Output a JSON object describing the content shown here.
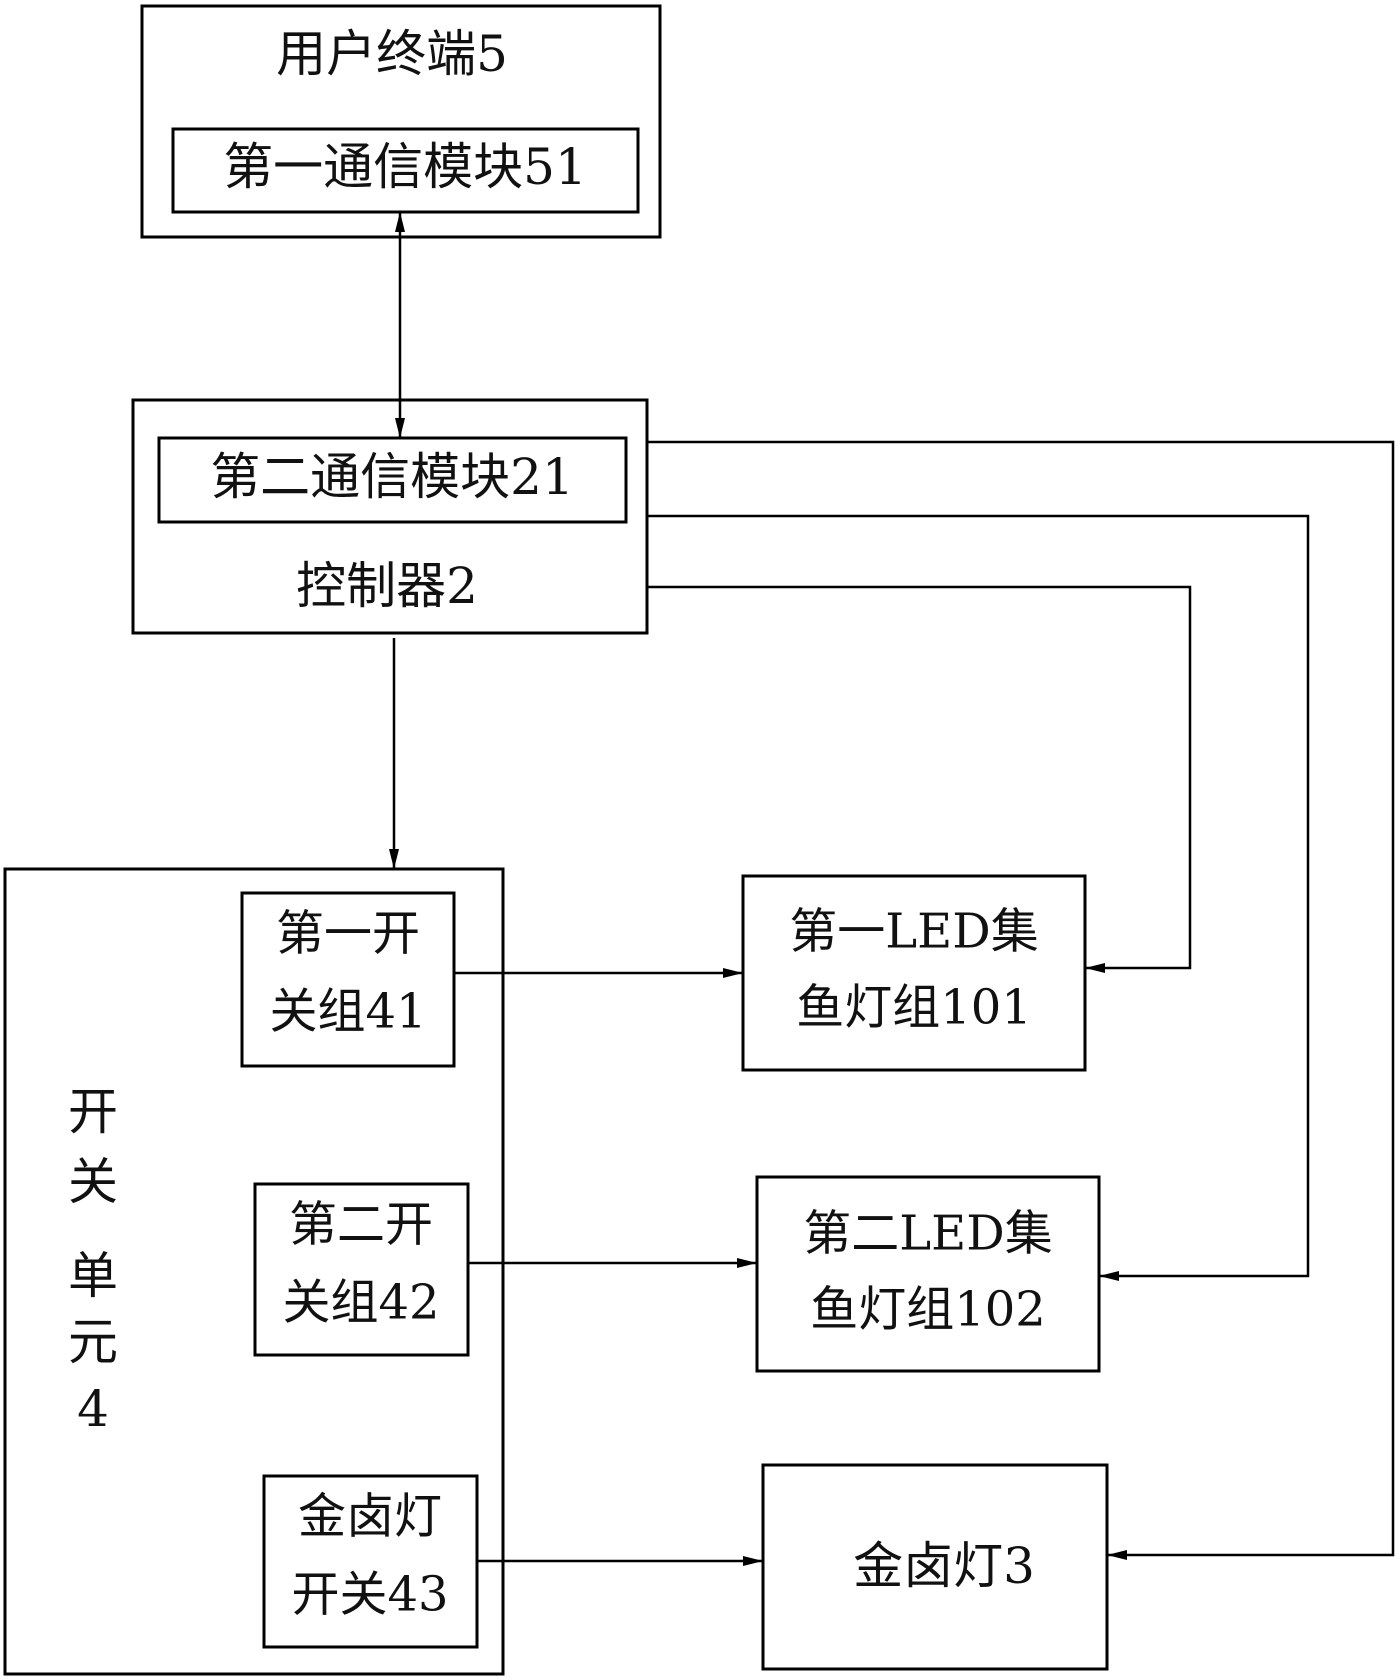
{
  "diagram": {
    "user_terminal": {
      "label": "用户终端5"
    },
    "comm_module_1": {
      "label": "第一通信模块51"
    },
    "comm_module_2": {
      "label": "第二通信模块21"
    },
    "controller": {
      "label": "控制器2"
    },
    "switch_unit": {
      "label_lines": [
        "开",
        "关",
        "单",
        "元",
        "4"
      ]
    },
    "switch_group_1": {
      "label_lines": [
        "第一开",
        "关组41"
      ]
    },
    "switch_group_2": {
      "label_lines": [
        "第二开",
        "关组42"
      ]
    },
    "halide_switch": {
      "label_lines": [
        "金卤灯",
        "开关43"
      ]
    },
    "led_group_1": {
      "label_lines": [
        "第一LED集",
        "鱼灯组101"
      ]
    },
    "led_group_2": {
      "label_lines": [
        "第二LED集",
        "鱼灯组102"
      ]
    },
    "halide_lamp": {
      "label": "金卤灯3"
    }
  }
}
